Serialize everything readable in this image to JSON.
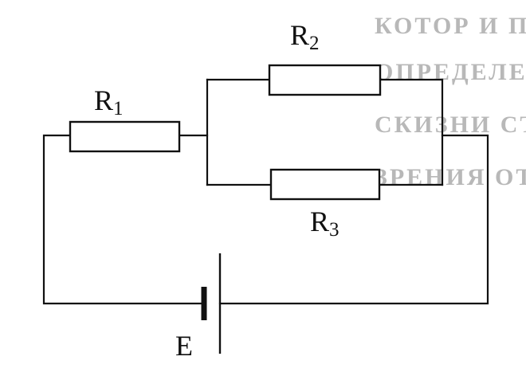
{
  "colors": {
    "ink": "#111111",
    "paper": "#ffffff",
    "bleed_through": "#b8b8b8"
  },
  "labels": {
    "r1": {
      "letter": "R",
      "sub": "1"
    },
    "r2": {
      "letter": "R",
      "sub": "2"
    },
    "r3": {
      "letter": "R",
      "sub": "3"
    },
    "emf": {
      "letter": "E"
    }
  },
  "bleed_through_text": [
    "КОТОР      И    ПОСТОЯНН   ЧЕСО",
    "ОПРЕДЕЛЕНИЯ  СТРУКТУРЫ  Б",
    "СКИЗНИ    СТЕПЕНИ  ОСТ",
    "ЗРЕНИЯ    ОТНОСЯТСЯ  ПОСЛЕ"
  ]
}
